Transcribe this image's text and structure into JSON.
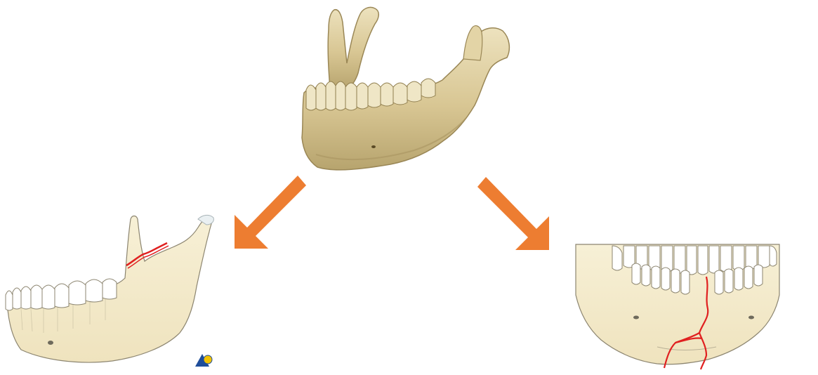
{
  "figure": {
    "panels": [
      {
        "id": "mandible-3d",
        "description_icon": "mandible-render-icon"
      },
      {
        "id": "mandible-lateral-fracture",
        "description_icon": "mandible-lateral-icon"
      },
      {
        "id": "mandible-frontal-fracture",
        "description_icon": "mandible-frontal-icon"
      }
    ],
    "arrows": [
      {
        "id": "arrow-left",
        "direction": "down-left"
      },
      {
        "id": "arrow-right",
        "direction": "down-right"
      }
    ],
    "logo": {
      "icon": "ao-logo-icon"
    }
  },
  "colors": {
    "arrow": "#ED7D31",
    "bone": "#F4ECCB",
    "bone_3d": "#D9C89A",
    "bone_outline": "#8C8570",
    "fracture": "#E02020",
    "teeth": "#FFFFFF",
    "logo_blue": "#1F4E9A",
    "logo_yellow": "#F2C200"
  }
}
